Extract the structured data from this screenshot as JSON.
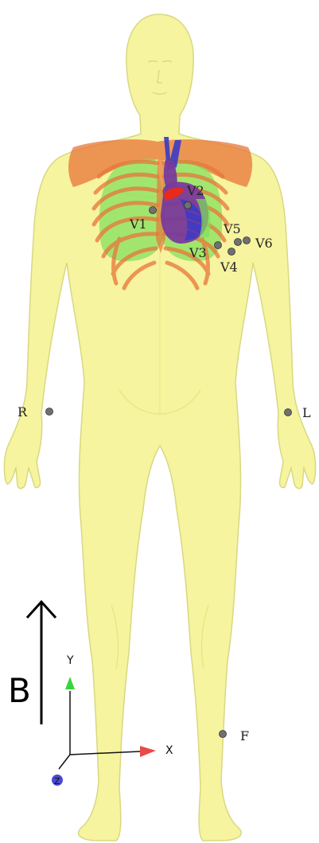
{
  "colors": {
    "body": "#f6f49a",
    "body_edge": "#d8d67a",
    "ribs": "#e8763a",
    "lungs": "#7fe05a",
    "heart_purple": "#7a3a9a",
    "heart_blue": "#3a3ac8",
    "heart_red": "#e82a1a",
    "electrode": "#707070",
    "axis_y": "#3ad43a",
    "axis_x": "#e84a4a",
    "axis_z": "#4a4ad4"
  },
  "electrodes": {
    "v1": "V1",
    "v2": "V2",
    "v3": "V3",
    "v4": "V4",
    "v5": "V5",
    "v6": "V6",
    "right_arm": "R",
    "left_arm": "L",
    "foot": "F"
  },
  "axes": {
    "x": "X",
    "y": "Y",
    "z": "Z"
  },
  "field": {
    "label": "B"
  }
}
